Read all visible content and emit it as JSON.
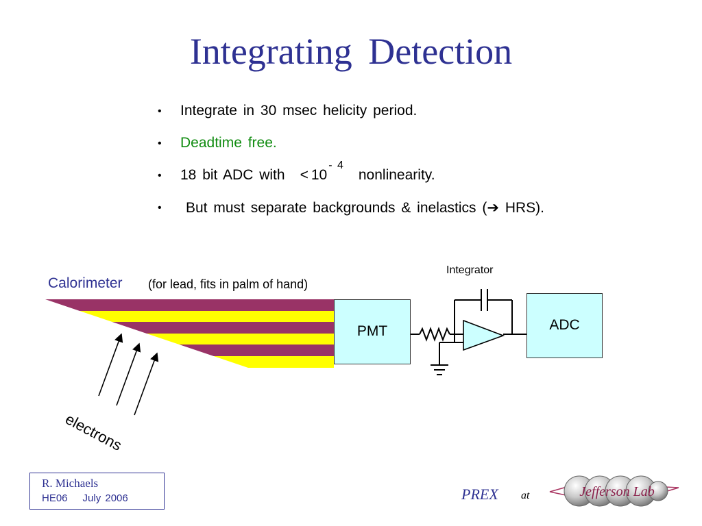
{
  "slide": {
    "title": "Integrating  Detection",
    "bullets": [
      {
        "text": "Integrate  in  30 msec  helicity  period."
      },
      {
        "text": "Deadtime  free."
      },
      {
        "prefix": "18 bit  ADC  with",
        "lt": "<",
        "base": "10",
        "exponent": "- 4",
        "suffix": "nonlinearity."
      },
      {
        "prefix": "But  must  separate  backgrounds & inelastics  (",
        "arrow": "➔",
        "suffix": " HRS)."
      }
    ],
    "bullet_symbol": "•",
    "colors": {
      "title": "#2e3192",
      "highlight": "#118c11",
      "stripe_dark": "#993366",
      "stripe_light": "#ffff00",
      "box_fill": "#ccffff"
    }
  },
  "diagram": {
    "calorimeter_label": "Calorimeter",
    "calorimeter_note": "(for lead, fits in palm of hand)",
    "pmt_label": "PMT",
    "integrator_label": "Integrator",
    "adc_label": "ADC",
    "electrons_label": "electrons"
  },
  "footer": {
    "author": "R.  Michaels",
    "event": "HE06",
    "date": "July  2006",
    "project": "PREX",
    "at": "at",
    "logo_text": "Jefferson Lab"
  }
}
